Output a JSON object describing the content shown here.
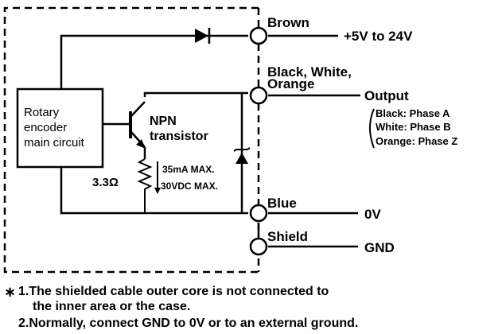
{
  "block": {
    "line1": "Rotary",
    "line2": "encoder",
    "line3": "main circuit"
  },
  "transistor": {
    "line1": "NPN",
    "line2": "transistor"
  },
  "resistor": {
    "value": "3.3Ω"
  },
  "ratings": {
    "current": "35mA MAX.",
    "voltage": "30VDC MAX."
  },
  "wires": {
    "brown": "Brown",
    "output_colors_line1": "Black, White,",
    "output_colors_line2": "Orange",
    "blue": "Blue",
    "shield": "Shield"
  },
  "signals": {
    "supply": "+5V to 24V",
    "output": "Output",
    "zero_volt": "0V",
    "ground": "GND"
  },
  "phases": {
    "black": "Black: Phase A",
    "white": "White: Phase B",
    "orange": "Orange: Phase Z"
  },
  "notes": {
    "marker": "∗",
    "note1_line1": "1.The shielded cable outer core is not connected to",
    "note1_line2": "the inner area or the case.",
    "note2": "2.Normally, connect GND to 0V or to an external ground."
  }
}
